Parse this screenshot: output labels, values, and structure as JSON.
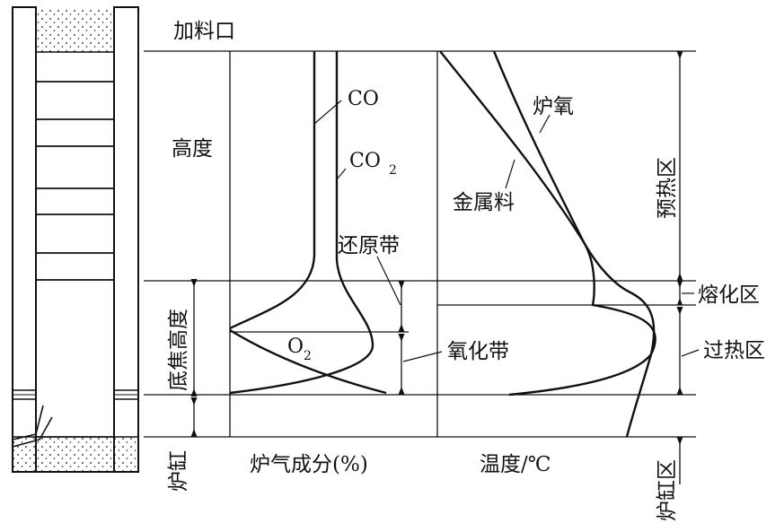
{
  "labels": {
    "charge_door": "加料口",
    "height": "高度",
    "co": "CO",
    "co2": "CO",
    "co2_sub": "2",
    "reduction_zone": "还原带",
    "oxidation_zone": "氧化带",
    "o2": "O",
    "o2_sub": "2",
    "bed_coke_height": "底焦高度",
    "hearth": "炉缸",
    "gas_composition": "炉气成分(%)",
    "temperature": "温度/℃",
    "furnace_gas": "炉氧",
    "metal_charge": "金属料",
    "preheat_zone": "预热区",
    "melting_zone": "熔化区",
    "superheat_zone": "过热区",
    "hearth_zone": "炉缸区"
  }
}
